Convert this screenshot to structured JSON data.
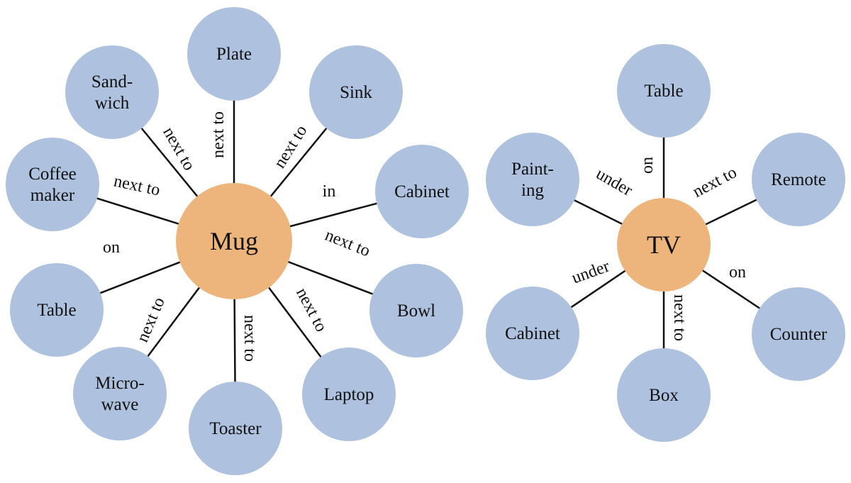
{
  "colors": {
    "center_node": "#EDB57C",
    "leaf_node": "#AEC1DE",
    "edge": "#111111",
    "text": "#111111",
    "background": "#FFFFFF"
  },
  "graphs": [
    {
      "center": {
        "label": [
          "Mug"
        ]
      },
      "leaves": [
        {
          "label": [
            "Plate"
          ],
          "relation": "next to"
        },
        {
          "label": [
            "Sink"
          ],
          "relation": "next to"
        },
        {
          "label": [
            "Cabinet"
          ],
          "relation": "in"
        },
        {
          "label": [
            "Bowl"
          ],
          "relation": "next to"
        },
        {
          "label": [
            "Laptop"
          ],
          "relation": "next to"
        },
        {
          "label": [
            "Toaster"
          ],
          "relation": "next to"
        },
        {
          "label": [
            "Micro-",
            "wave"
          ],
          "relation": "next to"
        },
        {
          "label": [
            "Table"
          ],
          "relation": "on"
        },
        {
          "label": [
            "Coffee",
            "maker"
          ],
          "relation": "next to"
        },
        {
          "label": [
            "Sand-",
            "wich"
          ],
          "relation": "next to"
        }
      ]
    },
    {
      "center": {
        "label": [
          "TV"
        ]
      },
      "leaves": [
        {
          "label": [
            "Table"
          ],
          "relation": "on"
        },
        {
          "label": [
            "Remote"
          ],
          "relation": "next to"
        },
        {
          "label": [
            "Counter"
          ],
          "relation": "on"
        },
        {
          "label": [
            "Box"
          ],
          "relation": "next to"
        },
        {
          "label": [
            "Cabinet"
          ],
          "relation": "under"
        },
        {
          "label": [
            "Paint-",
            "ing"
          ],
          "relation": "under"
        }
      ]
    }
  ]
}
